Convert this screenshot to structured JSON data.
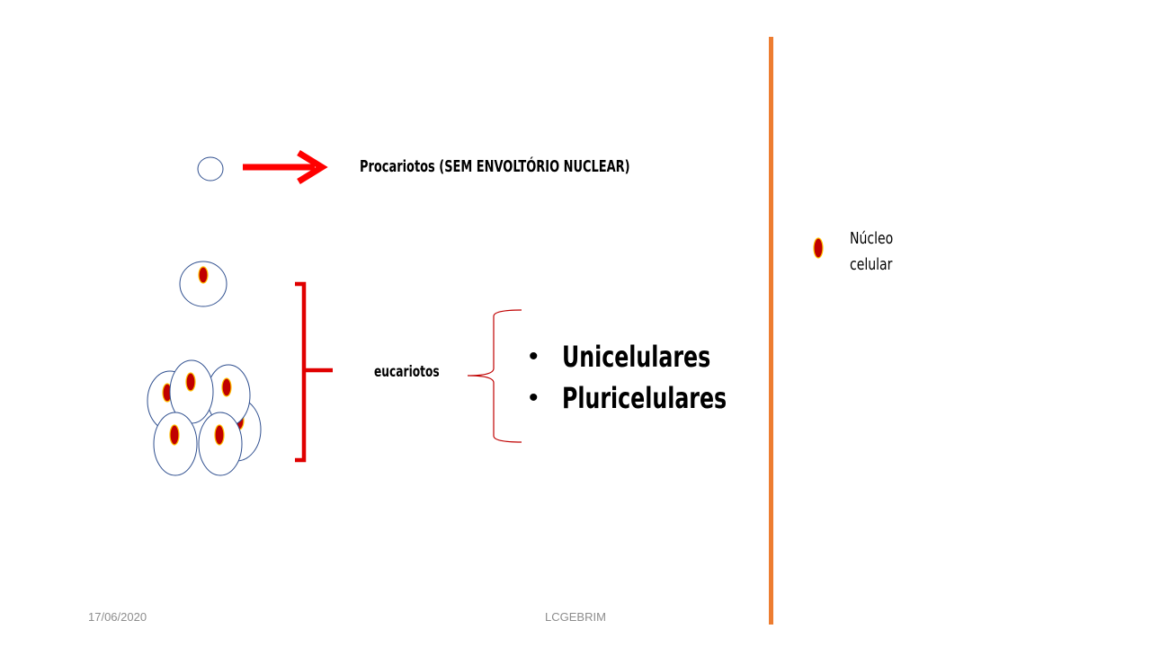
{
  "diagram": {
    "procariotos_label": "Procariotos  (SEM ENVOLTÓRIO  NUCLEAR)",
    "eucariotos_label": "eucariotos",
    "cell_types": [
      "Unicelulares",
      "Pluricelulares"
    ],
    "bullet_symbol": "•",
    "legend_label": "Núcleo celular"
  },
  "colors": {
    "cell_outline": "#2f4f8f",
    "nucleus_fill": "#c00000",
    "nucleus_rim": "#ffc000",
    "arrow": "#ff0000",
    "bracket": "#e00000",
    "brace": "#c00000",
    "divider": "#ed7d31"
  },
  "footer": {
    "date": "17/06/2020",
    "author": "LCGEBRIM"
  }
}
